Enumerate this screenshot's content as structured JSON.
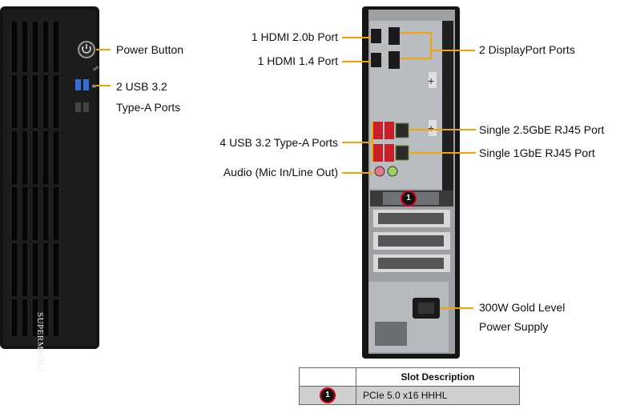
{
  "front_panel": {
    "brand_text": "SUPERMICRO",
    "callouts": {
      "power_button": "Power Button",
      "usb_line1": "2 USB 3.2",
      "usb_line2": "Type-A Ports"
    }
  },
  "rear_panel": {
    "callouts": {
      "hdmi_20b": "1 HDMI 2.0b Port",
      "hdmi_14": "1 HDMI 1.4 Port",
      "displayport": "2 DisplayPort Ports",
      "lan_25g": "Single 2.5GbE RJ45 Port",
      "lan_1g": "Single 1GbE RJ45 Port",
      "usb_rear": "4 USB 3.2 Type-A Ports",
      "audio": "Audio (Mic In/Line Out)",
      "psu_line1": "300W Gold Level",
      "psu_line2": "Power Supply"
    },
    "slot_marker": "1"
  },
  "slot_table": {
    "header_description": "Slot Description",
    "rows": [
      {
        "number": "1",
        "description": "PCIe 5.0 x16 HHHL"
      }
    ]
  },
  "colors": {
    "leader": "#f0a400",
    "chassis": "#111111",
    "marker_ring": "#d0021b",
    "usb_blue": "#2f6fd6",
    "usb_red": "#c8202a"
  }
}
